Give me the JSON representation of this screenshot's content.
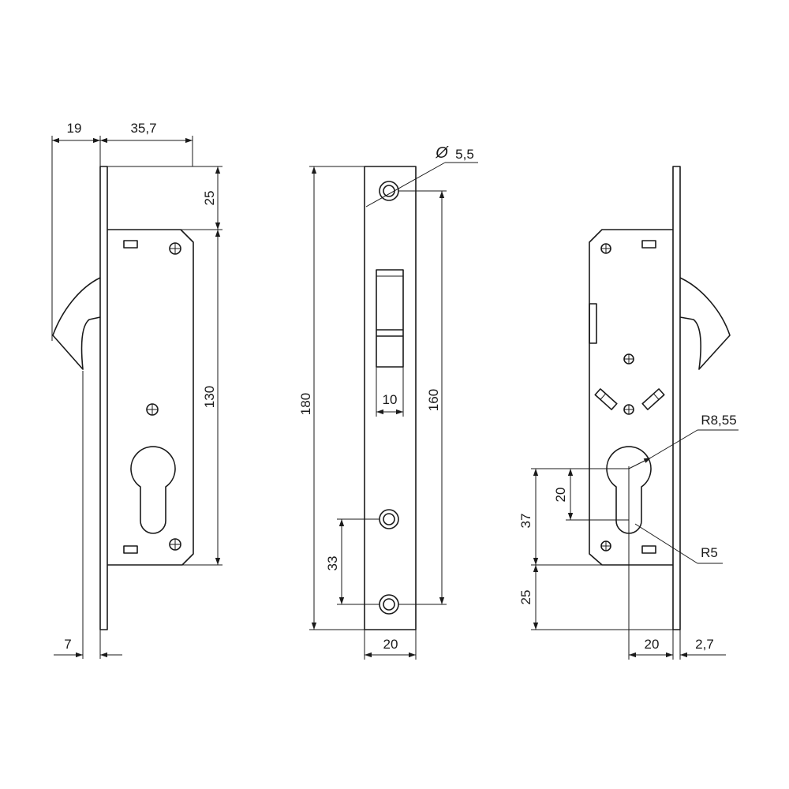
{
  "dimensions": {
    "backset_offset": "19",
    "body_depth": "35,7",
    "top_offset": "25",
    "body_height": "130",
    "faceplate_thickness": "7",
    "hole_diameter_symbol": "Ø",
    "hole_diameter": "5,5",
    "faceplate_height": "180",
    "hole_spacing": "160",
    "bolt_width": "10",
    "lower_hole_spacing": "33",
    "faceplate_width": "20",
    "cylinder_radius_top": "R8,55",
    "cylinder_radius_bottom": "R5",
    "cylinder_centers": "20",
    "cylinder_height": "37",
    "bottom_offset": "25",
    "backset": "20",
    "faceplate_depth": "2,7"
  },
  "colors": {
    "line": "#1a1a1a",
    "background": "#ffffff"
  }
}
